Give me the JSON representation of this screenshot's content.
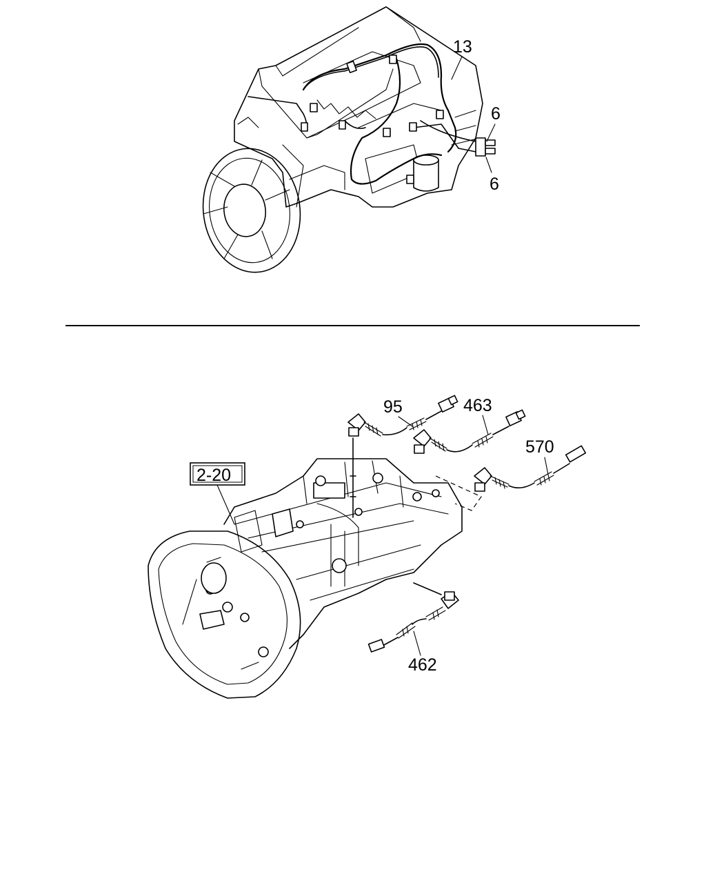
{
  "top_diagram": {
    "callouts": [
      "13",
      "6",
      "6"
    ]
  },
  "bottom_diagram": {
    "reference_box": "2-20",
    "callouts": [
      "95",
      "463",
      "570",
      "462"
    ]
  }
}
